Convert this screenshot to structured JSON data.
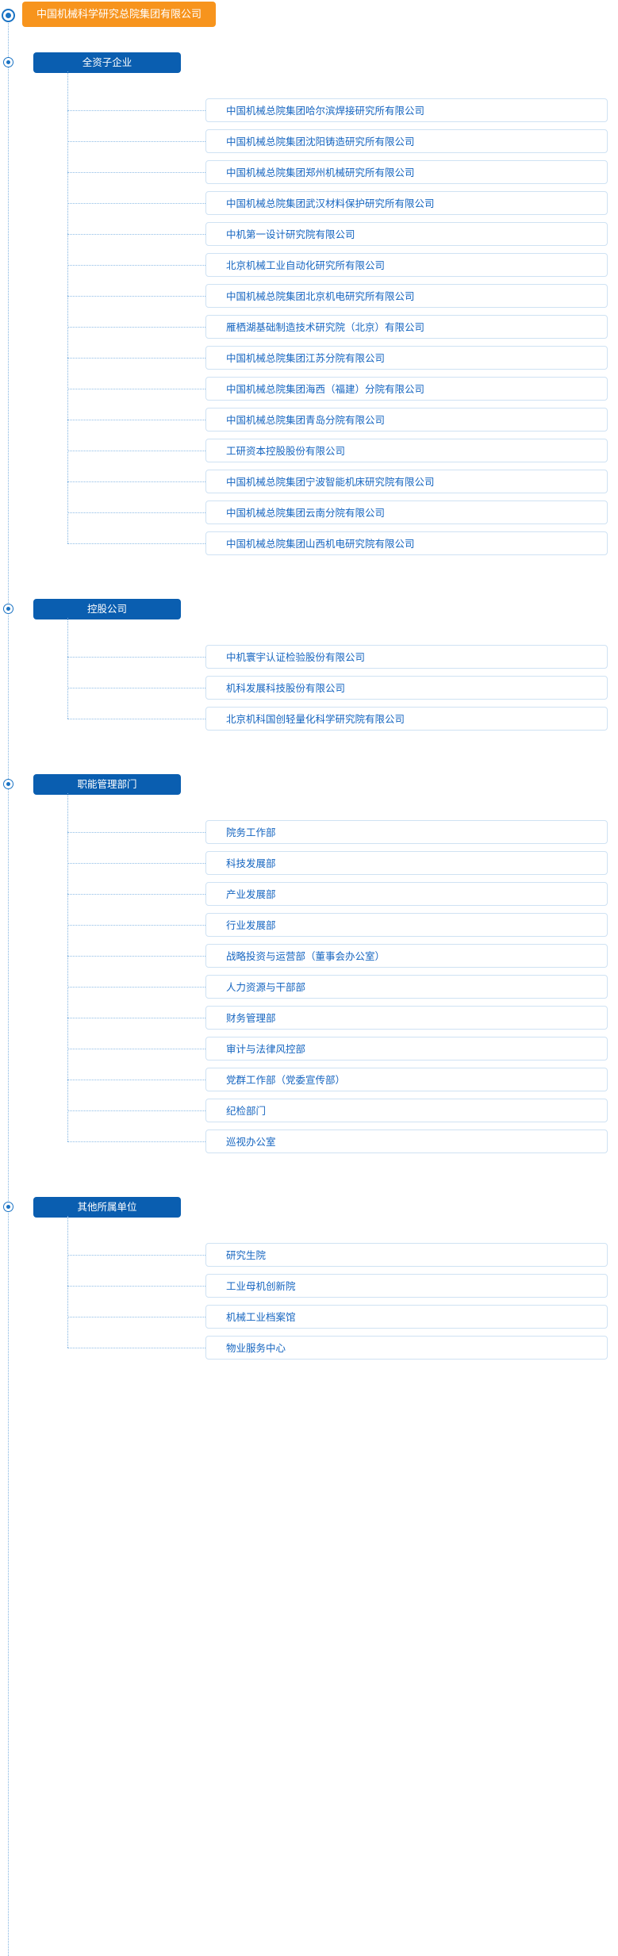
{
  "root": {
    "label": "中国机械科学研究总院集团有限公司",
    "color": "#f7941d",
    "text_color": "#ffffff",
    "marker": "ring-dot-icon"
  },
  "theme": {
    "section_color": "#0a5eb0",
    "item_text_color": "#1565c0",
    "item_border_color": "#cfe2f3",
    "connector_color": "#8fbde6",
    "spine_color": "#7fb2e0"
  },
  "sections": [
    {
      "label": "全资子企业",
      "items": [
        "中国机械总院集团哈尔滨焊接研究所有限公司",
        "中国机械总院集团沈阳铸造研究所有限公司",
        "中国机械总院集团郑州机械研究所有限公司",
        "中国机械总院集团武汉材料保护研究所有限公司",
        "中机第一设计研究院有限公司",
        "北京机械工业自动化研究所有限公司",
        "中国机械总院集团北京机电研究所有限公司",
        "雁栖湖基础制造技术研究院（北京）有限公司",
        "中国机械总院集团江苏分院有限公司",
        "中国机械总院集团海西（福建）分院有限公司",
        "中国机械总院集团青岛分院有限公司",
        "工研资本控股股份有限公司",
        "中国机械总院集团宁波智能机床研究院有限公司",
        "中国机械总院集团云南分院有限公司",
        "中国机械总院集团山西机电研究院有限公司"
      ]
    },
    {
      "label": "控股公司",
      "items": [
        "中机寰宇认证检验股份有限公司",
        "机科发展科技股份有限公司",
        "北京机科国创轻量化科学研究院有限公司"
      ]
    },
    {
      "label": "职能管理部门",
      "items": [
        "院务工作部",
        "科技发展部",
        "产业发展部",
        "行业发展部",
        "战略投资与运营部（董事会办公室）",
        "人力资源与干部部",
        "财务管理部",
        "审计与法律风控部",
        "党群工作部（党委宣传部）",
        "纪检部门",
        "巡视办公室"
      ]
    },
    {
      "label": "其他所属单位",
      "items": [
        "研究生院",
        "工业母机创新院",
        "机械工业档案馆",
        "物业服务中心"
      ]
    }
  ]
}
